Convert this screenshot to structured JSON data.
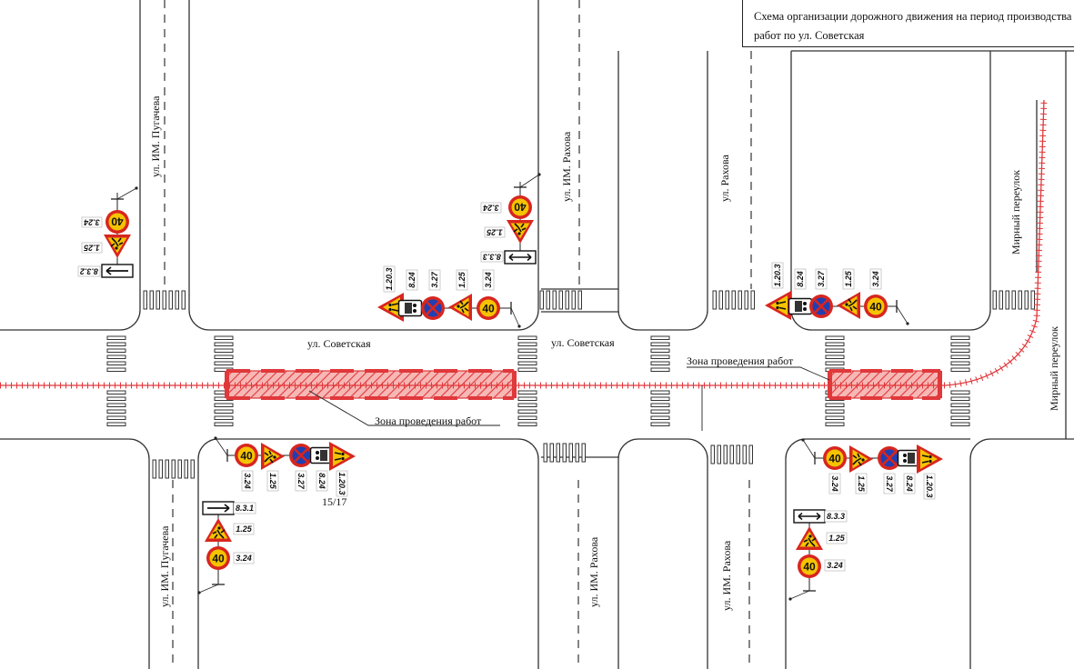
{
  "title": {
    "line1": "Схема организации дорожного движения на период производства",
    "line2": "работ по ул. Советская"
  },
  "streets": {
    "sovetskaya": "ул. Советская",
    "pugacheva": "ул. ИМ. Пугачева",
    "rakhova": "ул. ИМ. Рахова",
    "rakhova_plain": "ул. Рахова",
    "mirny": "Мирный переулок"
  },
  "work_zone_label": "Зона проведения работ",
  "sheet_label": "15/17",
  "sign_codes": {
    "s1203": "1.20.3",
    "s824": "8.24",
    "s327": "3.27",
    "s125": "1.25",
    "s324": "3.24",
    "s831": "8.3.1",
    "s832": "8.3.2",
    "s833": "8.3.3"
  },
  "speed_limit": "40",
  "colors": {
    "road_edge": "#333333",
    "work_zone": "#e0383b",
    "sign_red": "#d7261f",
    "sign_yellow": "#f5c300",
    "sign_blue": "#1f3fb3"
  }
}
